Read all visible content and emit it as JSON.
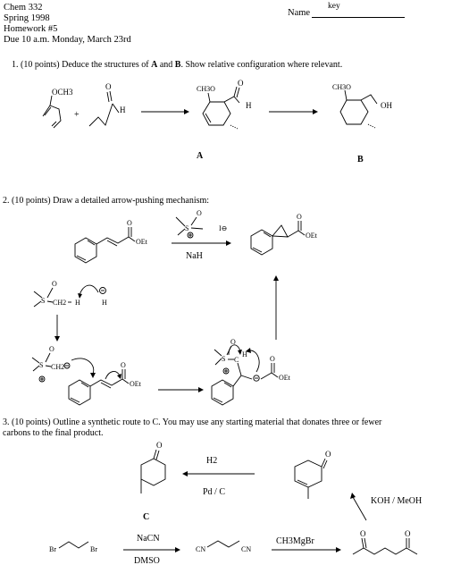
{
  "header": {
    "course": "Chem 332",
    "term": "Spring 1998",
    "homework": "Homework #5",
    "due": "Due 10 a.m. Monday, March 23rd",
    "name_label": "Name",
    "name_value": "key"
  },
  "q1": {
    "prompt_prefix": "1.  (10 points) Deduce the structures of ",
    "a": "A",
    "and": " and ",
    "b": "B",
    "prompt_suffix": ".  Show relative configuration where relevant.",
    "plus": "+",
    "labels": {
      "och3": "OCH3",
      "h3co": "CH3O",
      "o": "O",
      "h": "H",
      "oh": "OH"
    },
    "compound_a": "A",
    "compound_b": "B"
  },
  "q2": {
    "prompt": "2.  (10 points) Draw a detailed arrow-pushing mechanism:",
    "reagent_top": "I⊖",
    "reagent_bottom": "NaH",
    "labels": {
      "o": "O",
      "s": "S",
      "oet": "OEt",
      "h": "H",
      "ch2": "CH2",
      "c": "C"
    }
  },
  "q3": {
    "prompt_line1": "3.  (10 points)  Outline a synthetic route to C.  You may use any starting material that donates three or fewer",
    "prompt_line2": "carbons to the final product.",
    "compound_c": "C",
    "h2": "H2",
    "pdc": "Pd / C",
    "koh": "KOH / MeOH",
    "nacn": "NaCN",
    "dmso": "DMSO",
    "grignard": "CH3MgBr",
    "labels": {
      "o": "O",
      "br": "Br",
      "cn": "CN"
    }
  }
}
